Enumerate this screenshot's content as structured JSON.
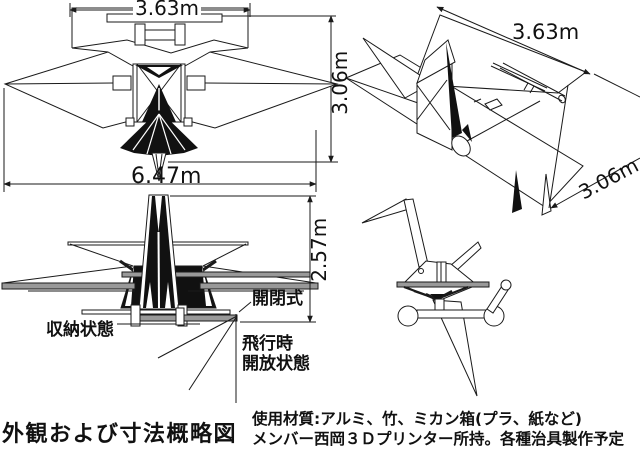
{
  "labels": {
    "top_view": {
      "width": "3.63m",
      "span": "6.47m",
      "depth": "3.06m"
    },
    "perspective": {
      "width": "3.63m",
      "depth": "3.06m"
    },
    "front_view": {
      "height": "2.57m",
      "stowed": "収納状態",
      "mechanism": "開閉式",
      "flight_l1": "飛行時",
      "flight_l2": "開放状態"
    },
    "caption": "外観および寸法概略図",
    "notes": {
      "materials": "使用材質:アルミ、竹、ミカン箱(プラ、紙など)",
      "printer": "メンバー西岡３Ｄプリンター所持。各種治具製作予定"
    }
  },
  "colors": {
    "ink": "#1a1a1a",
    "paper": "#ffffff",
    "gray_bar": "#999999"
  }
}
